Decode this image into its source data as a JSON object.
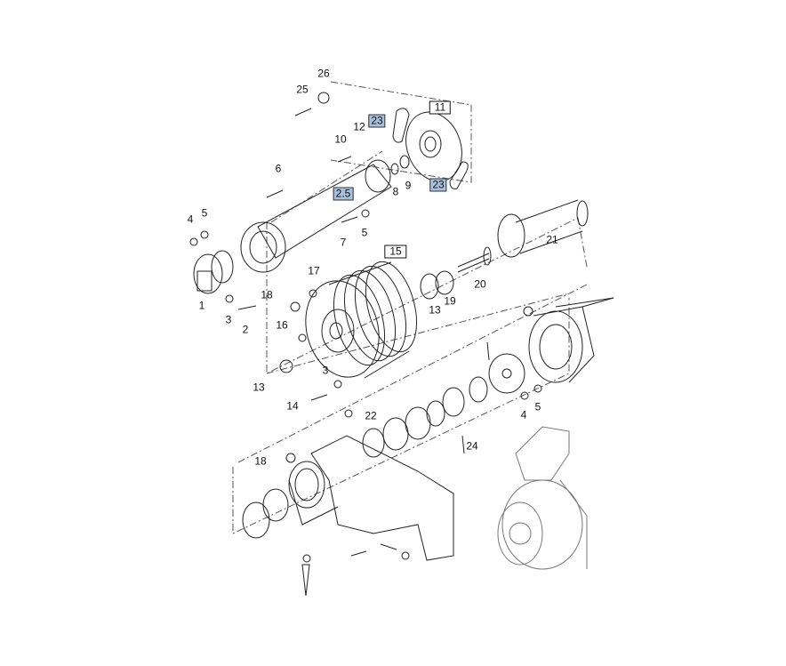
{
  "diagram": {
    "callouts": [
      {
        "id": "c26",
        "text": "26",
        "style": "plain"
      },
      {
        "id": "c25",
        "text": "25",
        "style": "plain"
      },
      {
        "id": "c23a",
        "text": "23",
        "style": "highlight"
      },
      {
        "id": "c11",
        "text": "11",
        "style": "boxed"
      },
      {
        "id": "c12",
        "text": "12",
        "style": "plain"
      },
      {
        "id": "c10",
        "text": "10",
        "style": "plain"
      },
      {
        "id": "c8",
        "text": "8",
        "style": "plain"
      },
      {
        "id": "c9",
        "text": "9",
        "style": "plain"
      },
      {
        "id": "c23b",
        "text": "23",
        "style": "highlight"
      },
      {
        "id": "c6",
        "text": "6",
        "style": "plain"
      },
      {
        "id": "c25b",
        "text": "2.5",
        "style": "boxed-highlight"
      },
      {
        "id": "c4a",
        "text": "4",
        "style": "plain"
      },
      {
        "id": "c5a",
        "text": "5",
        "style": "plain"
      },
      {
        "id": "c7",
        "text": "7",
        "style": "plain"
      },
      {
        "id": "c5b",
        "text": "5",
        "style": "plain"
      },
      {
        "id": "c21",
        "text": "21",
        "style": "plain"
      },
      {
        "id": "c15",
        "text": "15",
        "style": "boxed"
      },
      {
        "id": "c17",
        "text": "17",
        "style": "plain"
      },
      {
        "id": "c20",
        "text": "20",
        "style": "plain"
      },
      {
        "id": "c19",
        "text": "19",
        "style": "plain"
      },
      {
        "id": "c13a",
        "text": "13",
        "style": "plain"
      },
      {
        "id": "c18a",
        "text": "18",
        "style": "plain"
      },
      {
        "id": "c1",
        "text": "1",
        "style": "plain"
      },
      {
        "id": "c3a",
        "text": "3",
        "style": "plain"
      },
      {
        "id": "c2",
        "text": "2",
        "style": "plain"
      },
      {
        "id": "c16",
        "text": "16",
        "style": "plain"
      },
      {
        "id": "c13b",
        "text": "13",
        "style": "plain"
      },
      {
        "id": "c3b",
        "text": "3",
        "style": "plain"
      },
      {
        "id": "c14",
        "text": "14",
        "style": "plain"
      },
      {
        "id": "c22",
        "text": "22",
        "style": "plain"
      },
      {
        "id": "c24",
        "text": "24",
        "style": "plain"
      },
      {
        "id": "c4b",
        "text": "4",
        "style": "plain"
      },
      {
        "id": "c5c",
        "text": "5",
        "style": "plain"
      },
      {
        "id": "c18b",
        "text": "18",
        "style": "plain"
      }
    ],
    "colors": {
      "highlight": "#a9c1dd",
      "line": "#222222"
    }
  }
}
